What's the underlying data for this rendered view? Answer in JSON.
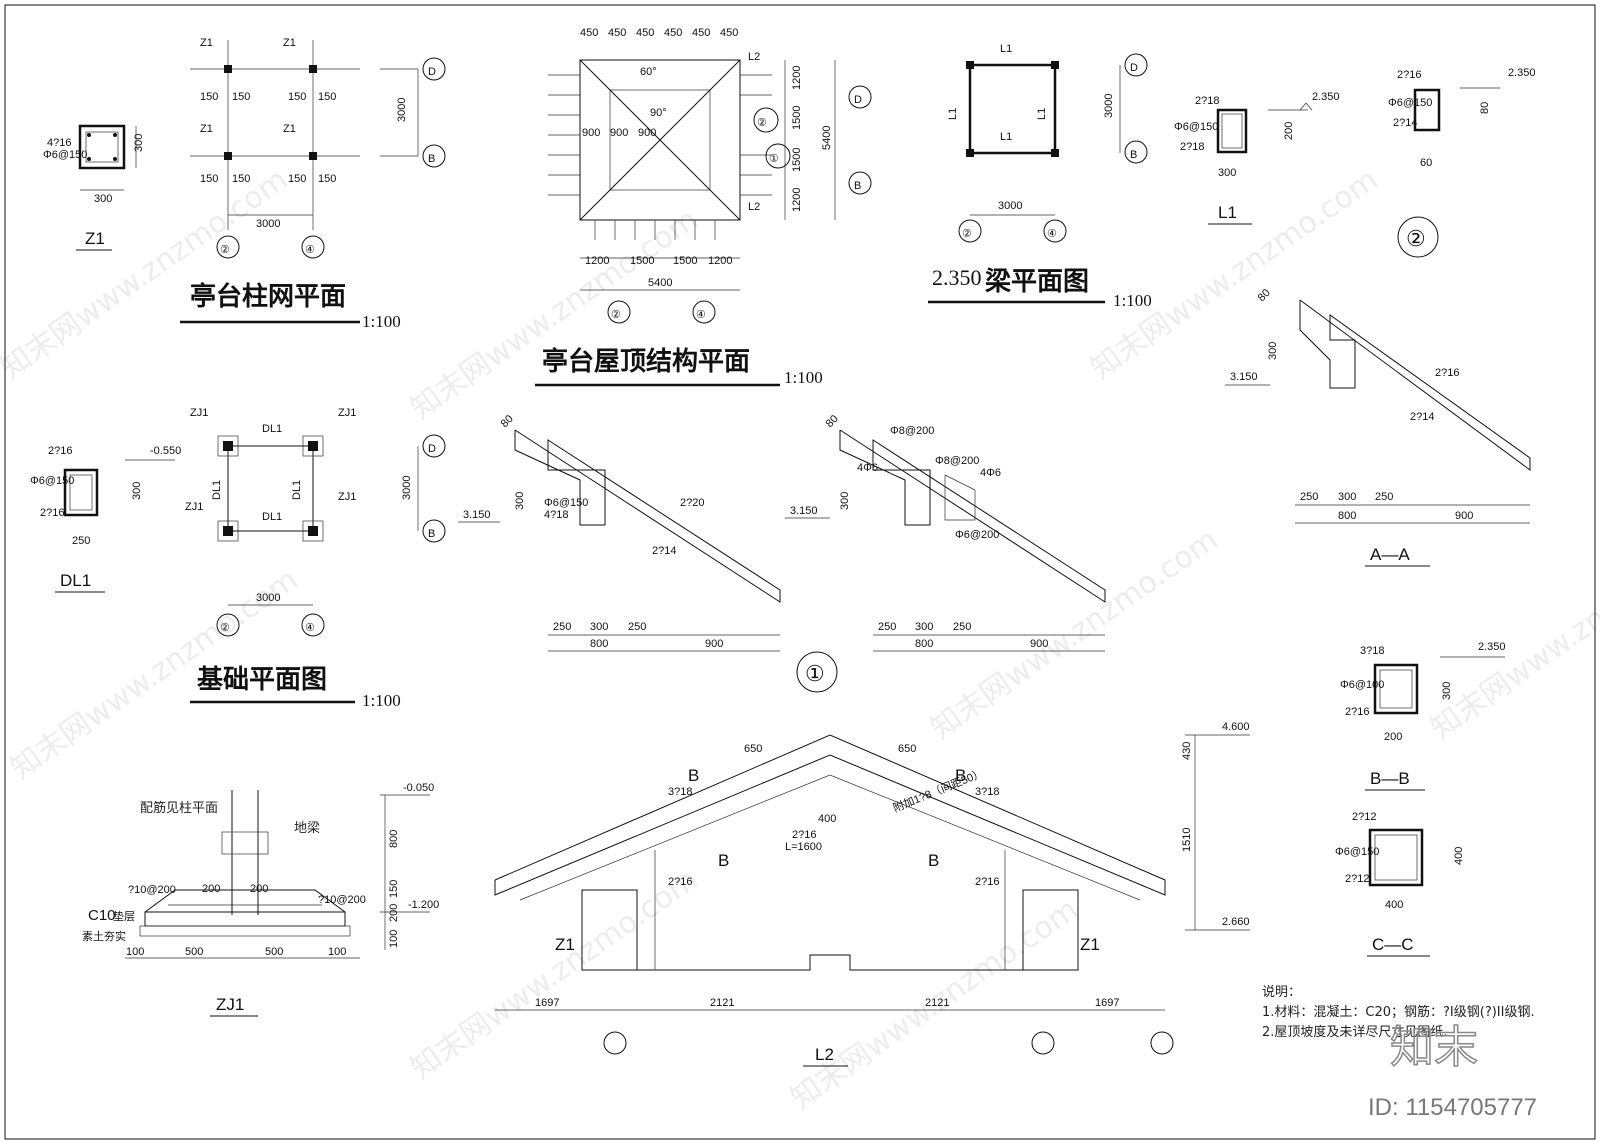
{
  "titles": {
    "column_grid": "亭台柱网平面",
    "roof_structure": "亭台屋顶结构平面",
    "beam_plan_level": "2.350",
    "beam_plan": "梁平面图",
    "foundation": "基础平面图"
  },
  "scales": {
    "s1": "1:100",
    "s2": "1:100",
    "s3": "1:100",
    "s4": "1:100"
  },
  "labels": {
    "z1": "Z1",
    "dl1": "DL1",
    "zj1": "ZJ1",
    "l1": "L1",
    "l2": "L2",
    "aa": "A—A",
    "bb": "B—B",
    "cc": "C—C",
    "circle1": "①",
    "circle2": "②",
    "axis2": "②",
    "axis4": "④",
    "axisD": "D",
    "axisB": "B"
  },
  "dims": {
    "d3000": "3000",
    "d300": "300",
    "d150": "150",
    "d5400": "5400",
    "d1200": "1200",
    "d1500": "1500",
    "d450": "450",
    "d900": "900",
    "d800": "800",
    "d250": "250",
    "d200": "200",
    "d80": "80",
    "d60": "60",
    "d400": "400",
    "d500": "500",
    "d100": "100",
    "d650": "650",
    "d1697": "1697",
    "d2121": "2121",
    "d430": "430",
    "d1510": "1510"
  },
  "levels": {
    "l2350": "2.350",
    "l3150": "3.150",
    "lm0550": "-0.550",
    "lm0050": "-0.050",
    "lm1200": "-1.200",
    "l4600": "4.600",
    "l2660": "2.660"
  },
  "rebar": {
    "r4_16": "4?16",
    "r6_150": "Φ6@150",
    "r2_16": "2?16",
    "r2_18": "2?18",
    "r3_18": "3?18",
    "r2_14": "2?14",
    "r2_20": "2?20",
    "r4_18": "4?18",
    "r8_200": "Φ8@200",
    "r4_6": "4Φ6",
    "r6_200": "Φ6@200",
    "r6_100": "Φ6@100",
    "r2_12": "2?12",
    "r10_200": "?10@200",
    "rL1600": "L=1600",
    "r60": "60°",
    "r90": "90°"
  },
  "foundation_notes": {
    "rebar_note": "配筋见柱平面",
    "ground_beam": "地梁",
    "c10": "C10",
    "cushion": "垫层",
    "soil": "素土夯实"
  },
  "roof_note": "附加1?8（间距50）",
  "notes": {
    "heading": "说明：",
    "line1": "1.材料：混凝土：C20；钢筋：?I级钢(?)II级钢.",
    "line2": "2.屋顶坡度及未详尽尺寸见图纸."
  },
  "watermark": {
    "site": "知末网www.znzmo.com",
    "brand": "知末",
    "id": "ID: 1154705777"
  }
}
